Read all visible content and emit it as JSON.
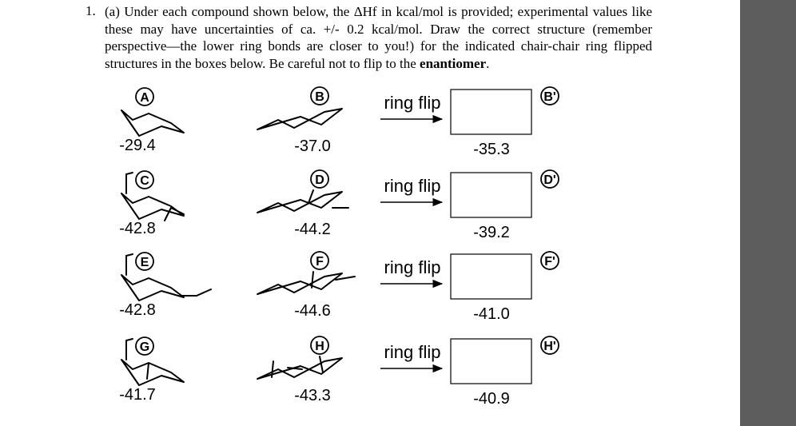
{
  "question": {
    "number": "1.",
    "part": "(a)",
    "text": "Under each compound shown below, the ΔHf in kcal/mol is provided; experimental values like these may have uncertainties of ca. +/- 0.2 kcal/mol. Draw the correct structure (remember perspective—the lower ring bonds are closer to you!) for the indicated chair-chair ring flipped structures in the boxes below. Be careful not to flip to the",
    "emphasis": "enantiomer",
    "end": "."
  },
  "rows": [
    {
      "left_label": "A",
      "left_value": "-29.4",
      "mid_label": "B",
      "mid_value": "-37.0",
      "flip_text": "ring flip",
      "box_value": "-35.3",
      "box_label": "B'"
    },
    {
      "left_label": "C",
      "left_value": "-42.8",
      "mid_label": "D",
      "mid_value": "-44.2",
      "flip_text": "ring flip",
      "box_value": "-39.2",
      "box_label": "D'"
    },
    {
      "left_label": "E",
      "left_value": "-42.8",
      "mid_label": "F",
      "mid_value": "-44.6",
      "flip_text": "ring flip",
      "box_value": "-41.0",
      "box_label": "F'"
    },
    {
      "left_label": "G",
      "left_value": "-41.7",
      "mid_label": "H",
      "mid_value": "-43.3",
      "flip_text": "ring flip",
      "box_value": "-40.9",
      "box_label": "H'"
    }
  ]
}
